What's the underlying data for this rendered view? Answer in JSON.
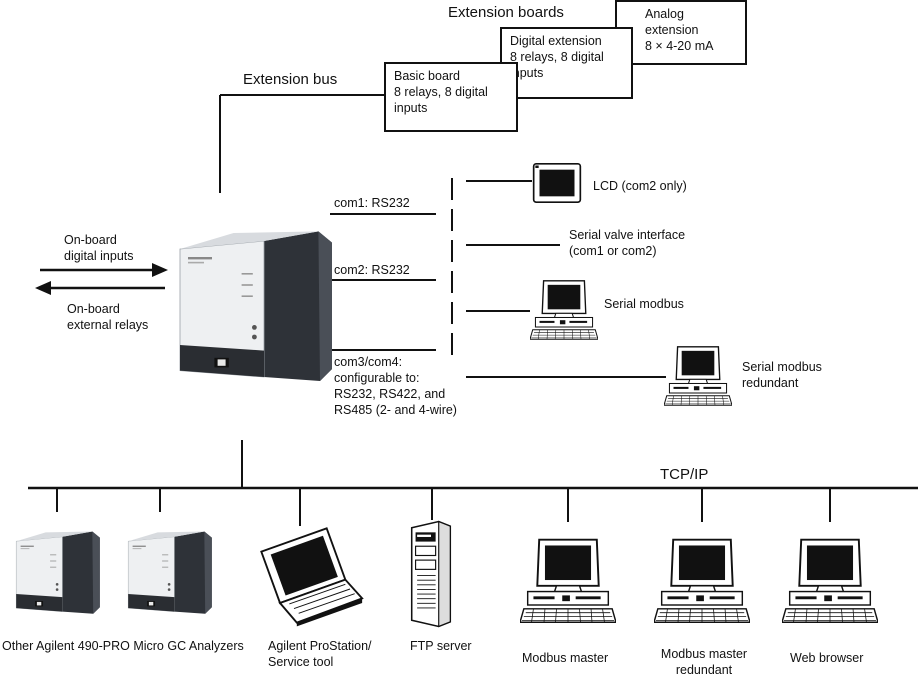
{
  "headers": {
    "extension_boards": "Extension boards",
    "extension_bus": "Extension bus",
    "tcpip": "TCP/IP"
  },
  "boards": {
    "basic": "Basic board\n8 relays, 8 digital\ninputs",
    "digital": "Digital extension\n8 relays, 8 digital\ninputs",
    "analog": "Analog\nextension\n8 × 4-20 mA"
  },
  "onboard": {
    "inputs": "On-board\ndigital inputs",
    "relays": "On-board\nexternal relays"
  },
  "ports": {
    "com1": "com1: RS232",
    "com2": "com2: RS232",
    "com34": "com3/com4:\nconfigurable to:\nRS232, RS422, and\nRS485 (2- and 4-wire)"
  },
  "serial_devices": {
    "lcd": "LCD (com2 only)",
    "valve": "Serial valve interface\n(com1 or com2)",
    "modbus": "Serial modbus",
    "modbus_redundant": "Serial modbus\nredundant"
  },
  "network_devices": {
    "analyzers": "Other Agilent 490-PRO Micro GC Analyzers",
    "prostation": "Agilent ProStation/\nService tool",
    "ftp": "FTP server",
    "modbus_master": "Modbus master",
    "modbus_master_redundant": "Modbus master\nredundant",
    "web": "Web browser"
  },
  "colors": {
    "line": "#111111",
    "device_body": "#f2f2f2",
    "device_dark": "#2e3238",
    "screen": "#111111"
  },
  "icons": [
    "gc-analyzer-icon",
    "lcd-icon",
    "desktop-computer-icon",
    "laptop-icon",
    "server-tower-icon"
  ]
}
